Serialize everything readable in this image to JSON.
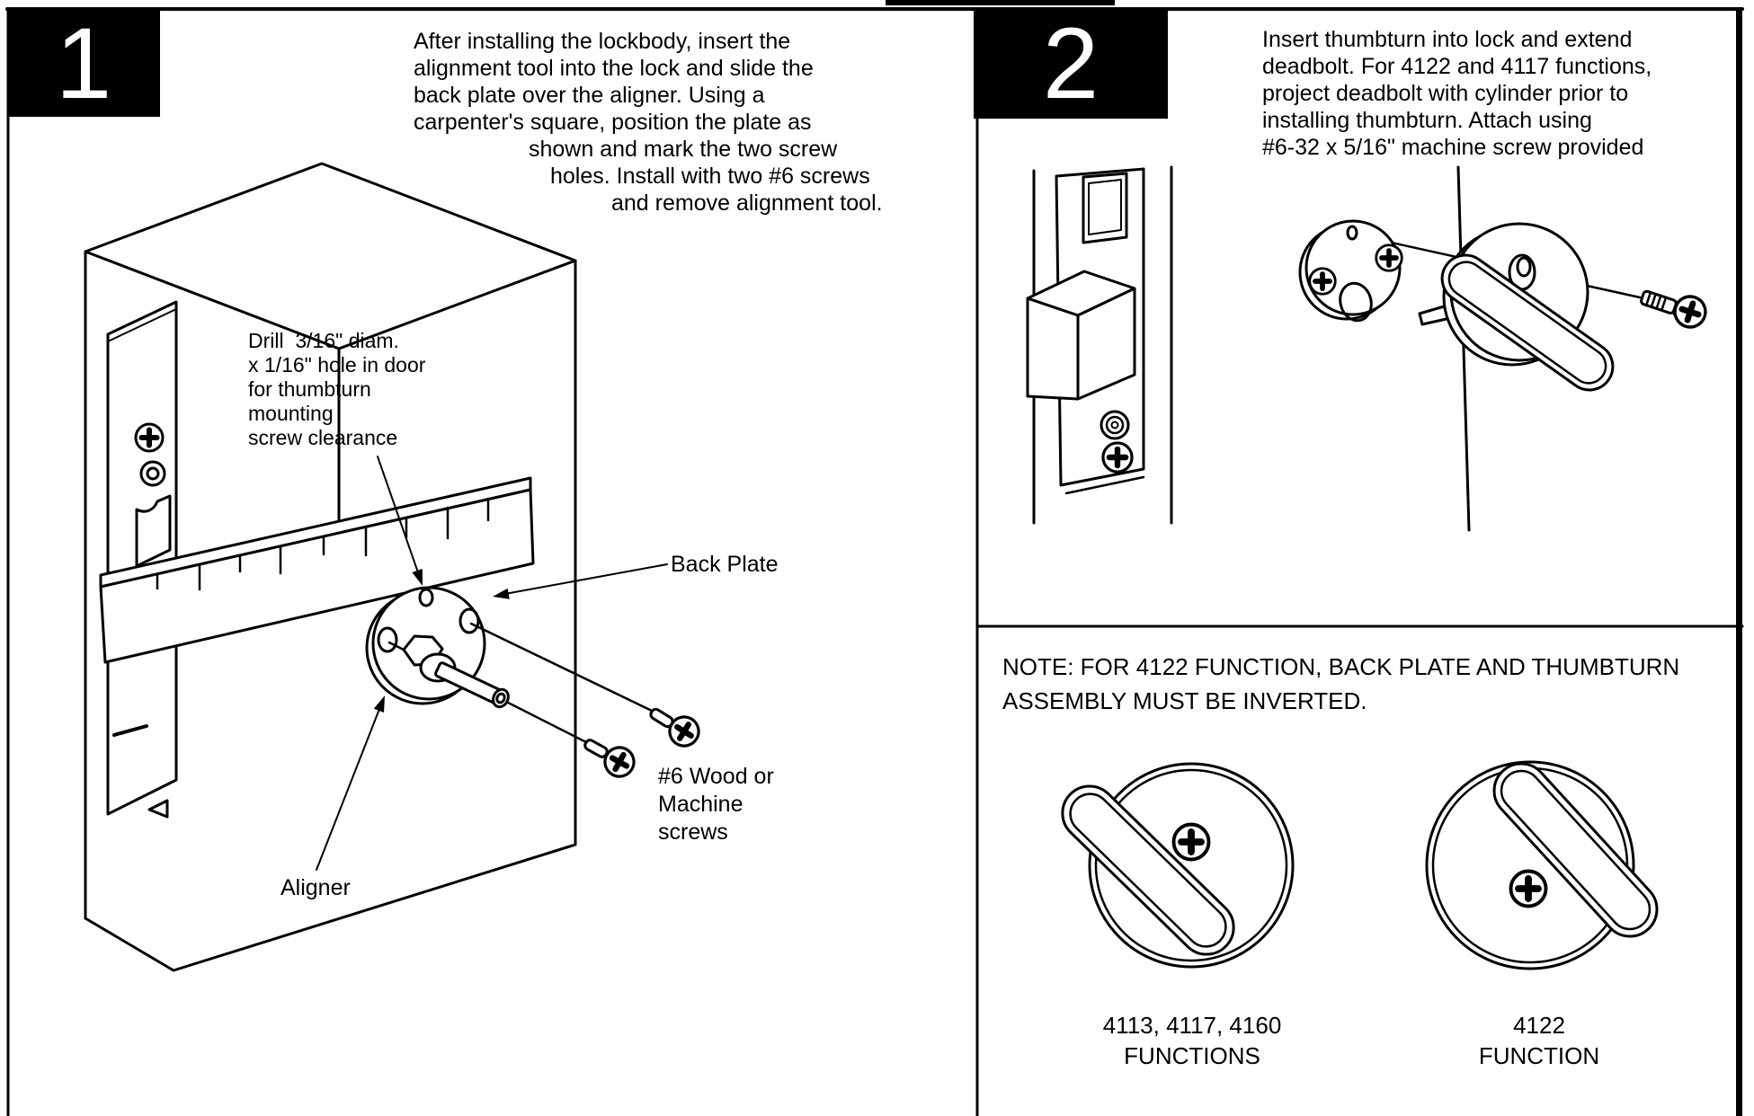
{
  "colors": {
    "ink": "#000000",
    "paper": "#ffffff"
  },
  "panel1": {
    "step_number": "1",
    "instructions": {
      "lines": [
        "After installing the lockbody, insert the",
        "alignment tool into the lock and slide the",
        "back plate over the aligner. Using a",
        "carpenter's square, position the plate as",
        "shown and mark the two screw",
        "holes. Install with two #6 screws",
        "and remove alignment tool."
      ]
    },
    "labels": {
      "drill_note": {
        "lines": [
          "Drill  3/16\" diam.",
          "x 1/16\" hole in door",
          "for thumbturn",
          "mounting",
          "screw clearance"
        ]
      },
      "back_plate": "Back Plate",
      "screws": {
        "lines": [
          "#6 Wood or",
          "Machine",
          "screws"
        ]
      },
      "aligner": "Aligner"
    }
  },
  "panel2": {
    "step_number": "2",
    "instructions": {
      "lines": [
        "Insert thumbturn into lock and extend",
        "deadbolt. For 4122 and 4117 functions,",
        "project deadbolt with cylinder prior to",
        "installing thumbturn. Attach using",
        "#6-32 x 5/16\" machine screw provided"
      ]
    },
    "note": {
      "lines": [
        "NOTE: FOR 4122 FUNCTION, BACK PLATE AND THUMBTURN",
        "ASSEMBLY MUST BE INVERTED."
      ]
    },
    "captions": {
      "left": {
        "lines": [
          "4113, 4117, 4160",
          "FUNCTIONS"
        ]
      },
      "right": {
        "lines": [
          "4122",
          "FUNCTION"
        ]
      }
    }
  }
}
